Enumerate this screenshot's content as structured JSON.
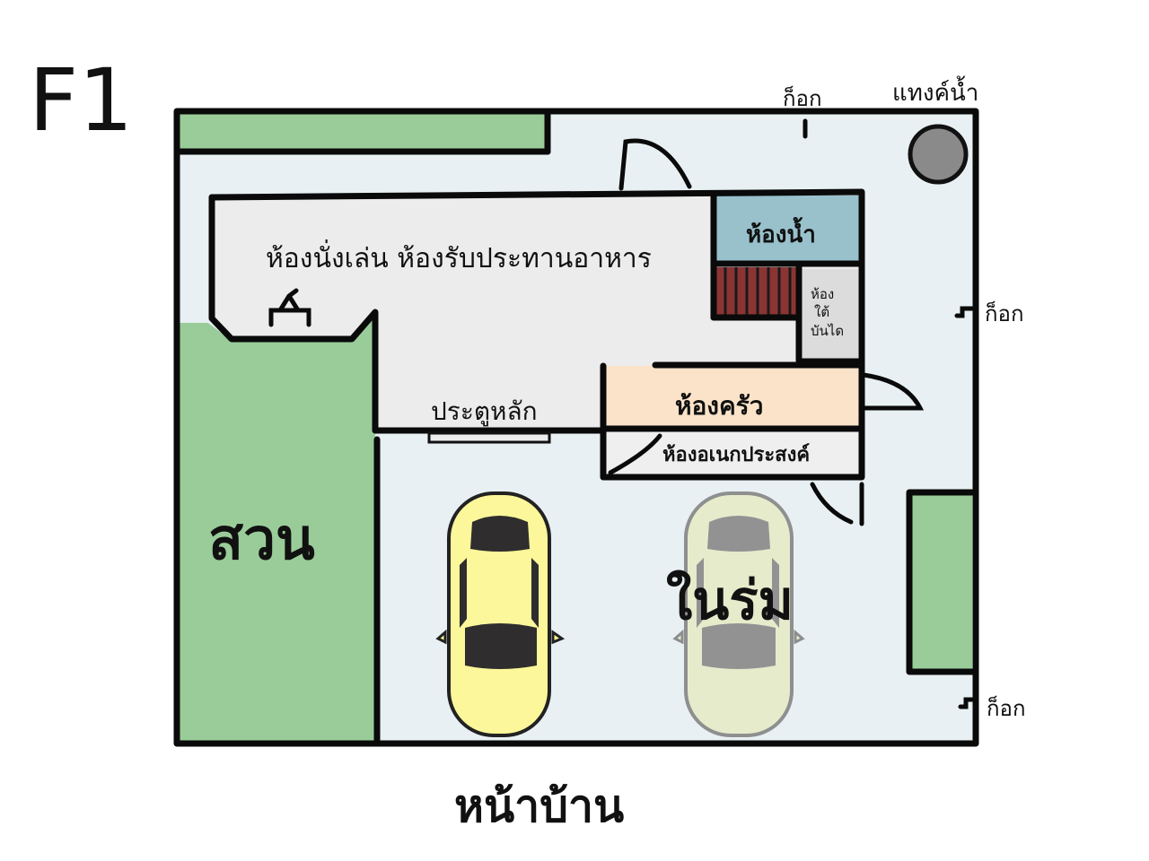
{
  "floor_label": "F1",
  "labels": {
    "living_dining": "ห้องนั่งเล่น  ห้องรับประทานอาหาร",
    "bathroom": "ห้องน้ำ",
    "under_stairs": [
      "ห้อง",
      "ใต้",
      "บันได"
    ],
    "main_door": "ประตูหลัก",
    "kitchen": "ห้องครัว",
    "multipurpose": "ห้องอเนกประสงค์",
    "garden": "สวน",
    "carport": "ในร่ม",
    "front": "หน้าบ้าน",
    "water_tank": "แทงค์น้ำ",
    "faucet_top": "ก็อก",
    "faucet_right": "ก็อก",
    "faucet_bottom": "ก็อก"
  },
  "colors": {
    "lot": "#e8f0f3",
    "garden": "#99cc99",
    "interior": "#ececec",
    "bathroom": "#98c1cc",
    "kitchen": "#fbe3c9",
    "stairs": "#8b3434",
    "tank": "#8a8a8a",
    "car_yellow": "#fbf79a",
    "car_faded": "#e6ebc9"
  },
  "icons": [
    "tv-icon",
    "car-icon",
    "car-faded-icon",
    "water-tank-icon",
    "faucet-icon",
    "door-swing-icon",
    "stairs-icon"
  ]
}
